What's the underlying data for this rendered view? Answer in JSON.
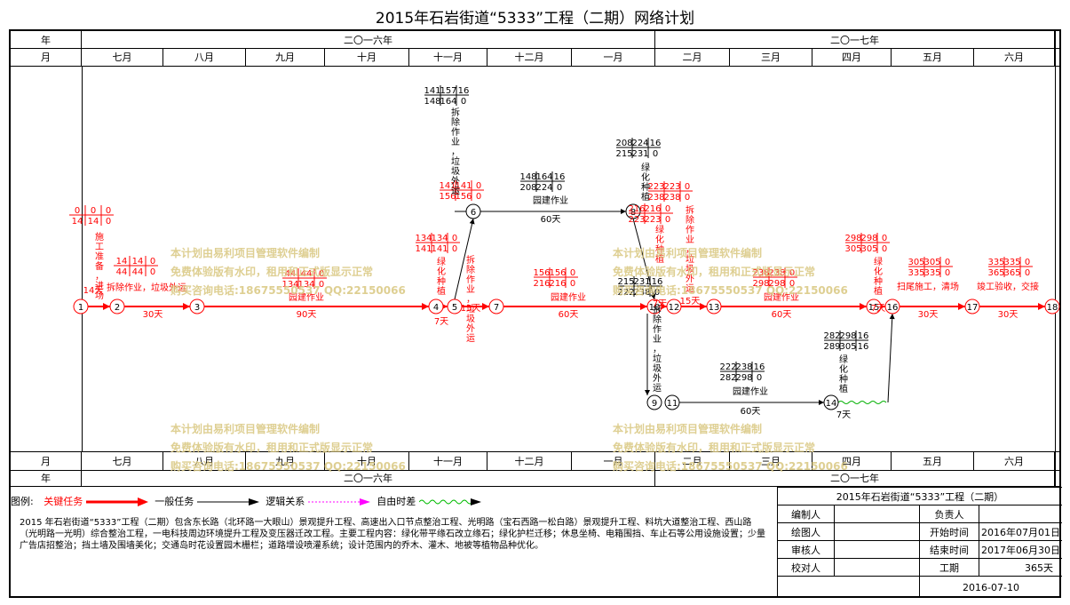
{
  "title": "2015年石岩街道“5333”工程（二期）网络计划",
  "header": {
    "year_label": "年",
    "month_label": "月",
    "years": [
      "二〇一六年",
      "二〇一七年"
    ],
    "months": [
      "七月",
      "八月",
      "九月",
      "十月",
      "十一月",
      "十二月",
      "一月",
      "二月",
      "三月",
      "四月",
      "五月",
      "六月"
    ]
  },
  "nodes": [
    {
      "id": "1"
    },
    {
      "id": "2"
    },
    {
      "id": "3"
    },
    {
      "id": "4"
    },
    {
      "id": "5"
    },
    {
      "id": "6"
    },
    {
      "id": "7"
    },
    {
      "id": "8"
    },
    {
      "id": "9"
    },
    {
      "id": "10"
    },
    {
      "id": "11"
    },
    {
      "id": "12"
    },
    {
      "id": "13"
    },
    {
      "id": "14"
    },
    {
      "id": "15"
    },
    {
      "id": "16"
    },
    {
      "id": "17"
    },
    {
      "id": "18"
    }
  ],
  "tasks": [
    {
      "name": "施工准备，进场",
      "duration": "14天",
      "es": "0",
      "ls": "0",
      "ef": "14",
      "lf": "14",
      "tf": "0",
      "ff": "0",
      "critical": true
    },
    {
      "name": "拆除作业，垃圾外运",
      "duration": "30天",
      "es": "14",
      "ls": "14",
      "ef": "44",
      "lf": "44",
      "tf": "0",
      "ff": "0",
      "critical": true
    },
    {
      "name": "园建作业",
      "duration": "90天",
      "es": "44",
      "ls": "44",
      "ef": "134",
      "lf": "134",
      "tf": "0",
      "ff": "0",
      "critical": true
    },
    {
      "name": "绿化种植",
      "duration": "7天",
      "es": "134",
      "ls": "134",
      "ef": "141",
      "lf": "141",
      "tf": "0",
      "ff": "0",
      "critical": true
    },
    {
      "name": "拆除作业，垃圾外运",
      "duration": "15天",
      "es": "141",
      "ls": "141",
      "ef": "156",
      "lf": "156",
      "tf": "0",
      "ff": "0",
      "critical": true
    },
    {
      "name": "拆除作业，垃圾外运",
      "duration": "7天",
      "es": "141",
      "ls": "157",
      "ef": "148",
      "lf": "164",
      "tf": "16",
      "ff": "0",
      "critical": false
    },
    {
      "name": "园建作业",
      "duration": "60天",
      "es": "148",
      "ls": "164",
      "ef": "208",
      "lf": "224",
      "tf": "16",
      "ff": "0",
      "critical": false
    },
    {
      "name": "园建作业",
      "duration": "60天",
      "es": "156",
      "ls": "156",
      "ef": "216",
      "lf": "216",
      "tf": "0",
      "ff": "0",
      "critical": true
    },
    {
      "name": "绿化种植",
      "duration": "7天",
      "es": "208",
      "ls": "224",
      "ef": "215",
      "lf": "231",
      "tf": "16",
      "ff": "0",
      "critical": false
    },
    {
      "name": "绿化种植",
      "duration": "7天",
      "es": "216",
      "ls": "216",
      "ef": "223",
      "lf": "223",
      "tf": "0",
      "ff": "0",
      "critical": true
    },
    {
      "name": "拆除作业，垃圾外运",
      "duration": "15天",
      "es": "223",
      "ls": "223",
      "ef": "238",
      "lf": "238",
      "tf": "0",
      "ff": "0",
      "critical": true
    },
    {
      "name": "拆除作业，垃圾外运",
      "duration": "7天",
      "es": "215",
      "ls": "231",
      "ef": "222",
      "lf": "238",
      "tf": "16",
      "ff": "0",
      "critical": false
    },
    {
      "name": "园建作业",
      "duration": "60天",
      "es": "222",
      "ls": "238",
      "ef": "282",
      "lf": "298",
      "tf": "16",
      "ff": "0",
      "critical": false
    },
    {
      "name": "园建作业",
      "duration": "60天",
      "es": "238",
      "ls": "238",
      "ef": "298",
      "lf": "298",
      "tf": "0",
      "ff": "0",
      "critical": true
    },
    {
      "name": "绿化种植",
      "duration": "7天",
      "es": "282",
      "ls": "298",
      "ef": "289",
      "lf": "305",
      "tf": "16",
      "ff": "16",
      "critical": false
    },
    {
      "name": "绿化种植",
      "duration": "7天",
      "es": "298",
      "ls": "298",
      "ef": "305",
      "lf": "305",
      "tf": "0",
      "ff": "0",
      "critical": true
    },
    {
      "name": "扫尾施工，清场",
      "duration": "30天",
      "es": "305",
      "ls": "305",
      "ef": "335",
      "lf": "335",
      "tf": "0",
      "ff": "0",
      "critical": true
    },
    {
      "name": "竣工验收，交接",
      "duration": "30天",
      "es": "335",
      "ls": "335",
      "ef": "365",
      "lf": "365",
      "tf": "0",
      "ff": "0",
      "critical": true
    }
  ],
  "legend": {
    "label": "图例:",
    "items": [
      "关键任务",
      "一般任务",
      "逻辑关系",
      "自由时差"
    ],
    "colors": {
      "critical": "#ff0000",
      "normal": "#000000",
      "logic": "#000000",
      "free": "#00b000",
      "legend_logic": "#ff00ff"
    }
  },
  "description": "2015 年石岩街道“5333”工程（二期）包含东长路（北环路一大眼山）景观提升工程、高速出入口节点整治工程、光明路（宝石西路一松白路）景观提升工程、料坑大道整治工程、西山路（光明路一光明）综合整治工程，一电科技周边环境提升工程及变压器迁改工程。主要工程内容：绿化带平缘石改立缘石；绿化护栏迁移；休息坐椅、电箱围挡、车止石等公用设施设置；少量广告店招整治；挡土墙及围墙美化；交通岛时花设置园木栅栏；道路增设喷灌系统；设计范围内的乔木、灌木、地被等植物品种优化。",
  "info": {
    "project": "2015年石岩街道“5333”工程（二期）",
    "labels": [
      "编制人",
      "负责人",
      "绘图人",
      "开始时间",
      "审核人",
      "结束时间",
      "校对人",
      "工期"
    ],
    "start": "2016年07月01日",
    "end": "2017年06月30日",
    "duration": "365天",
    "date": "2016-07-10"
  },
  "watermark": [
    "本计划由易利项目管理软件编制",
    "免费体验版有水印，租用和正式版显示正常",
    "购买咨询电话:18675550537 QQ:22150066"
  ]
}
